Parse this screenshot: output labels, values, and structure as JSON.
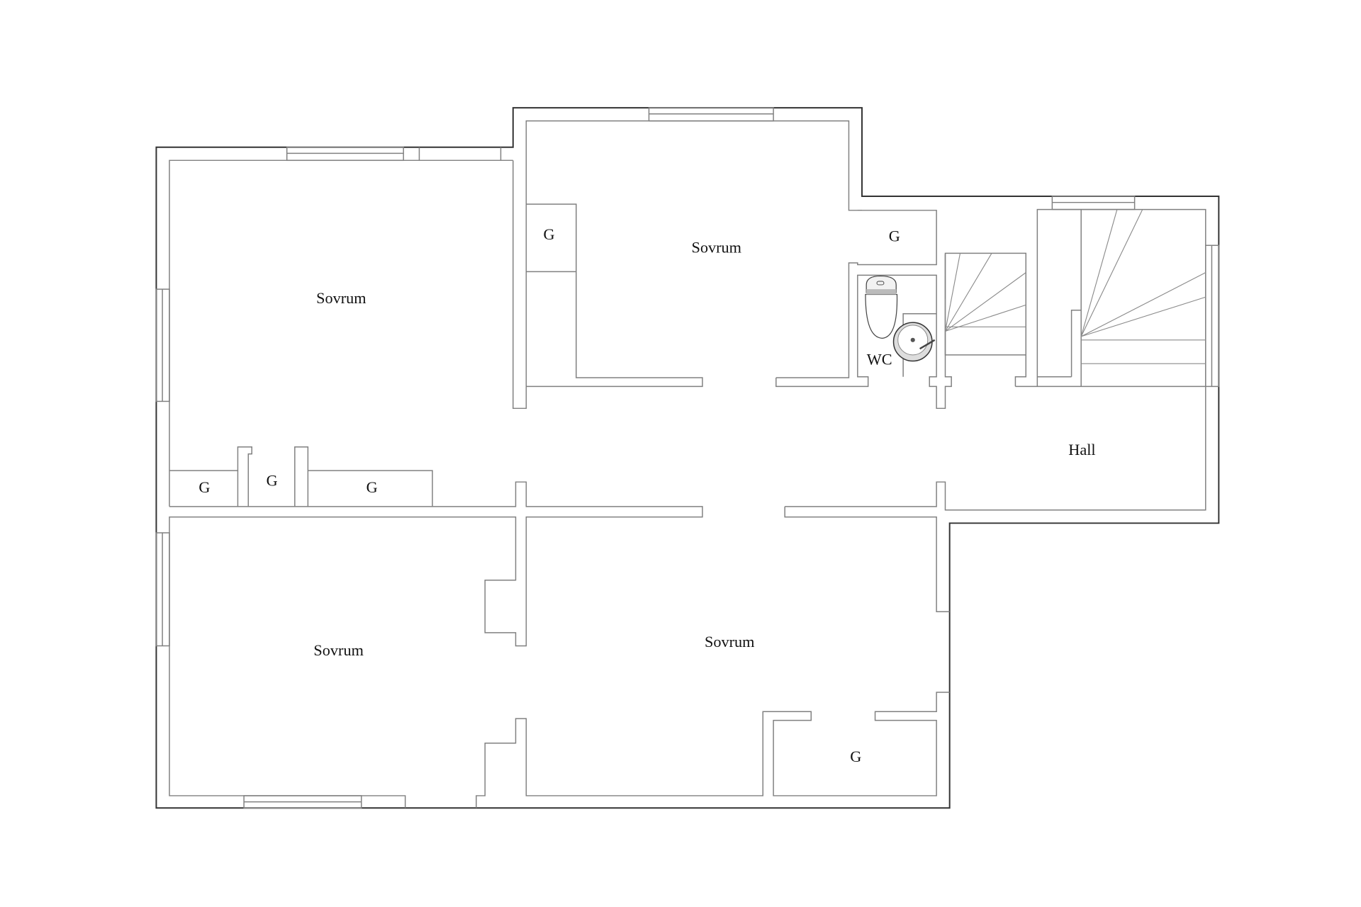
{
  "floorplan": {
    "rooms": [
      {
        "id": "bedroom-top-left",
        "label": "Sovrum"
      },
      {
        "id": "bedroom-top-middle",
        "label": "Sovrum"
      },
      {
        "id": "bedroom-bottom-left",
        "label": "Sovrum"
      },
      {
        "id": "bedroom-bottom-middle",
        "label": "Sovrum"
      },
      {
        "id": "wc",
        "label": "WC"
      },
      {
        "id": "hall",
        "label": "Hall"
      }
    ],
    "closets": [
      {
        "id": "closet-top-middle",
        "label": "G"
      },
      {
        "id": "closet-top-right",
        "label": "G"
      },
      {
        "id": "closet-left-1",
        "label": "G"
      },
      {
        "id": "closet-left-2",
        "label": "G"
      },
      {
        "id": "closet-left-3",
        "label": "G"
      },
      {
        "id": "closet-bottom-right",
        "label": "G"
      }
    ],
    "colors": {
      "outer_wall": "#333333",
      "inner_wall": "#808080",
      "background": "#ffffff"
    }
  }
}
